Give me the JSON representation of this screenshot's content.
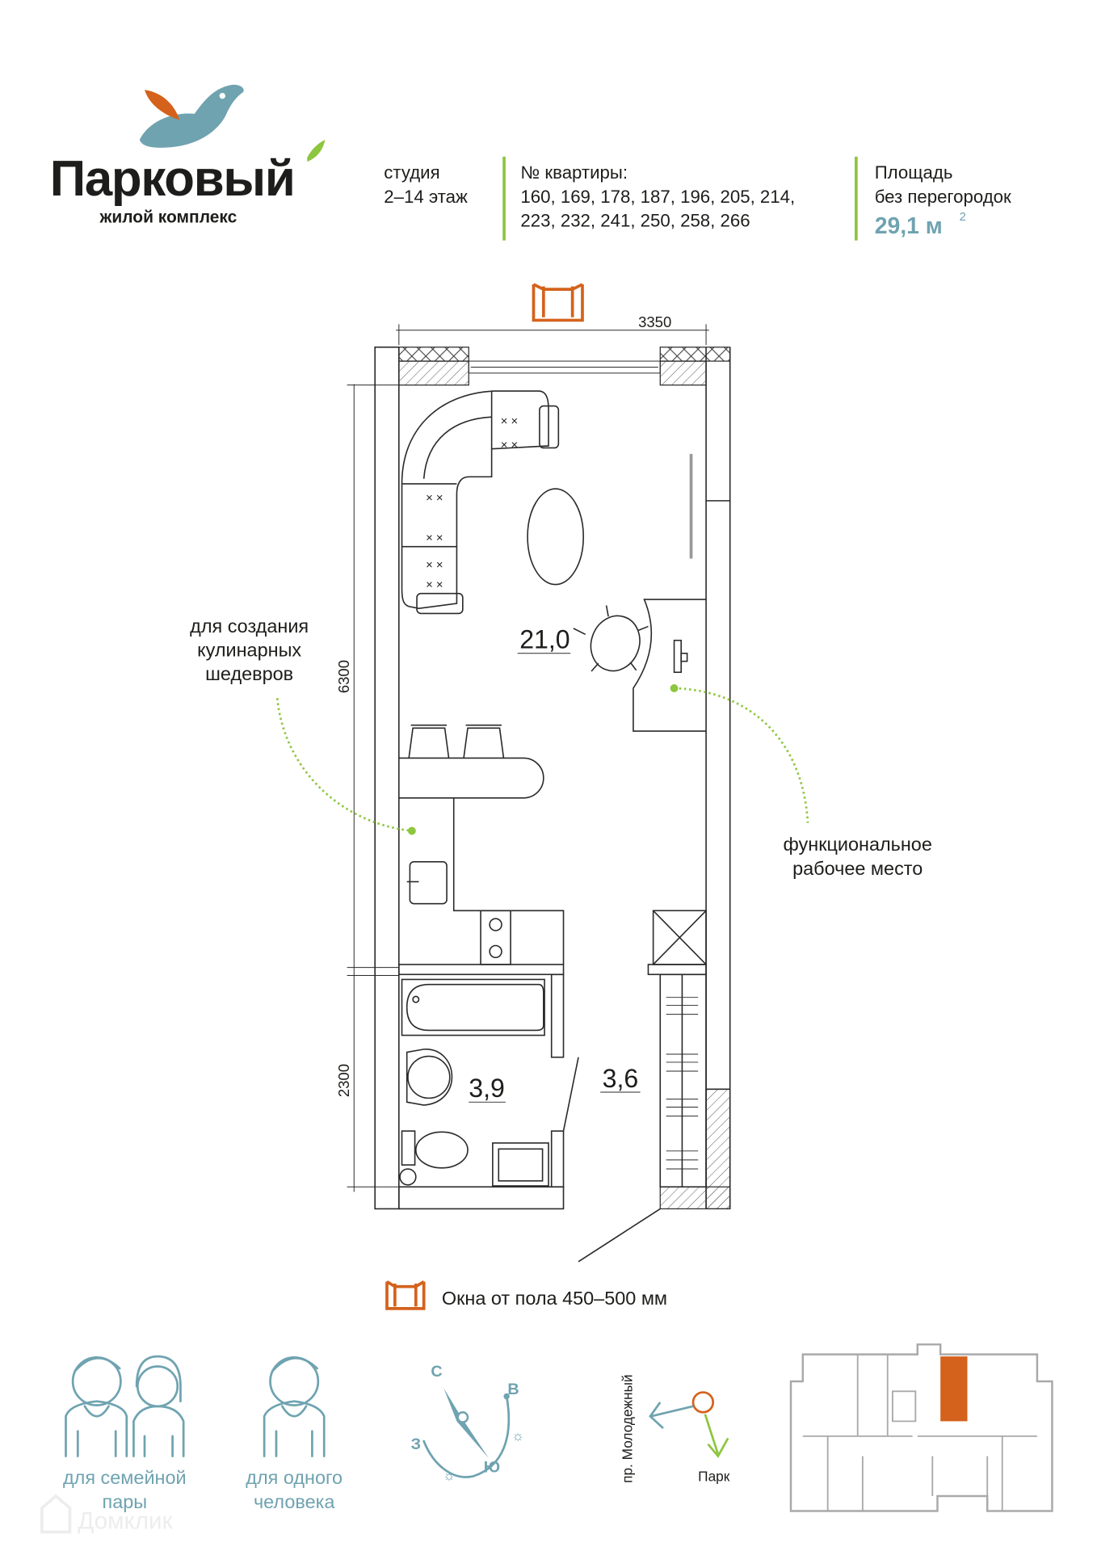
{
  "brand": {
    "name": "Парковый",
    "subtitle": "жилой комплекс",
    "colors": {
      "teal": "#6fa3b0",
      "orange": "#d4621c",
      "green": "#8dc63f"
    }
  },
  "info": {
    "type": "студия",
    "floors": "2–14 этаж",
    "apartments_label": "№ квартиры:",
    "apartments_line1": "160, 169, 178, 187, 196, 205, 214,",
    "apartments_line2": "223, 232, 241, 250, 258, 266",
    "area_label1": "Площадь",
    "area_label2": "без перегородок",
    "area_value": "29,1 м",
    "area_sup": "2"
  },
  "plan": {
    "dim_width": "3350",
    "dim_height_main": "6300",
    "dim_height_bath": "2300",
    "room_main_area": "21,0",
    "room_bath_area": "3,9",
    "room_hall_area": "3,6",
    "callout_kitchen": [
      "для создания",
      "кулинарных",
      "шедевров"
    ],
    "callout_work": [
      "функциональное",
      "рабочее место"
    ]
  },
  "legend": {
    "windows": "Окна от пола 450–500 мм"
  },
  "audience": {
    "couple": [
      "для семейной",
      "пары"
    ],
    "single": [
      "для одного",
      "человека"
    ]
  },
  "compass": {
    "n": "С",
    "e": "В",
    "s": "Ю",
    "w": "З"
  },
  "orientation": {
    "street": "пр. Молодежный",
    "park": "Парк"
  },
  "watermark": "Домклик"
}
